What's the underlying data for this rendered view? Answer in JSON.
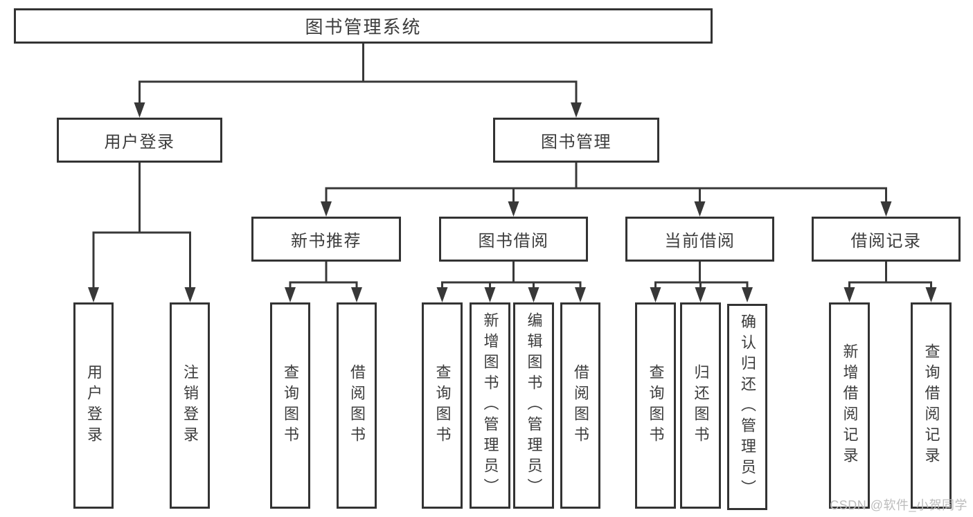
{
  "diagram": {
    "root": {
      "label": "图书管理系统"
    },
    "branches": [
      {
        "label": "用户登录",
        "children": [
          {
            "label": "用户登录"
          },
          {
            "label": "注销登录"
          }
        ]
      },
      {
        "label": "图书管理",
        "children": [
          {
            "label": "新书推荐",
            "children": [
              {
                "label": "查询图书"
              },
              {
                "label": "借阅图书"
              }
            ]
          },
          {
            "label": "图书借阅",
            "children": [
              {
                "label": "查询图书"
              },
              {
                "label": "新增图书（管理员）"
              },
              {
                "label": "编辑图书（管理员）"
              },
              {
                "label": "借阅图书"
              }
            ]
          },
          {
            "label": "当前借阅",
            "children": [
              {
                "label": "查询图书"
              },
              {
                "label": "归还图书"
              },
              {
                "label": "确认归还（管理员）"
              }
            ]
          },
          {
            "label": "借阅记录",
            "children": [
              {
                "label": "新增借阅记录"
              },
              {
                "label": "查询借阅记录"
              }
            ]
          }
        ]
      }
    ],
    "colors": {
      "line": "#383838",
      "box_border": "#333333",
      "text": "#3c3c3c",
      "background": "#ffffff",
      "watermark": "#bcbcbc"
    }
  },
  "watermark": {
    "text": "CSDN @软件_小贺同学"
  }
}
